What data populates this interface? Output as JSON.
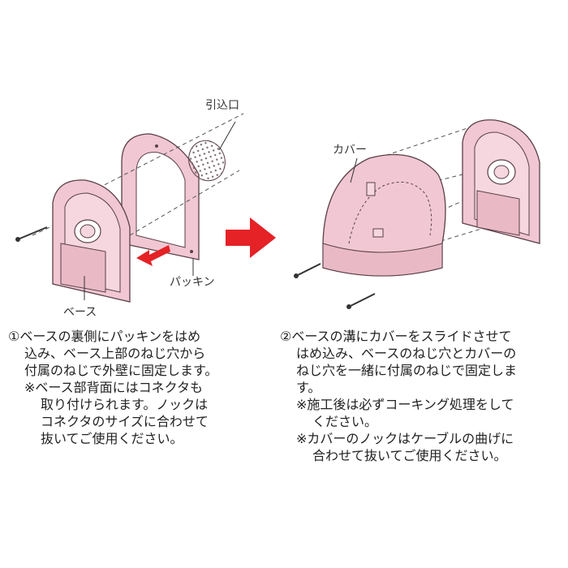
{
  "labels": {
    "inlet": "引込口",
    "cover": "カバー",
    "packing": "パッキン",
    "base": "ベース"
  },
  "colors": {
    "part_fill": "#f0c7d2",
    "part_stroke": "#5a4048",
    "arrow_red": "#e52226"
  },
  "step1": {
    "lines": [
      "①ベースの裏側にパッキンをはめ",
      "込み、ベース上部のねじ穴から",
      "付属のねじで外壁に固定します。"
    ],
    "notes": [
      "※ベース部背面にはコネクタも",
      "取り付けられます。ノックは",
      "コネクタのサイズに合わせて",
      "抜いてご使用ください。"
    ]
  },
  "step2": {
    "lines": [
      "②ベースの溝にカバーをスライドさせて",
      "はめ込み、ベースのねじ穴とカバーの",
      "ねじ穴を一緒に付属のねじで固定しま",
      "す。"
    ],
    "notes": [
      "※施工後は必ずコーキング処理をして",
      "ください。",
      "※カバーのノックはケーブルの曲げに",
      "合わせて抜いてご使用ください。"
    ]
  }
}
